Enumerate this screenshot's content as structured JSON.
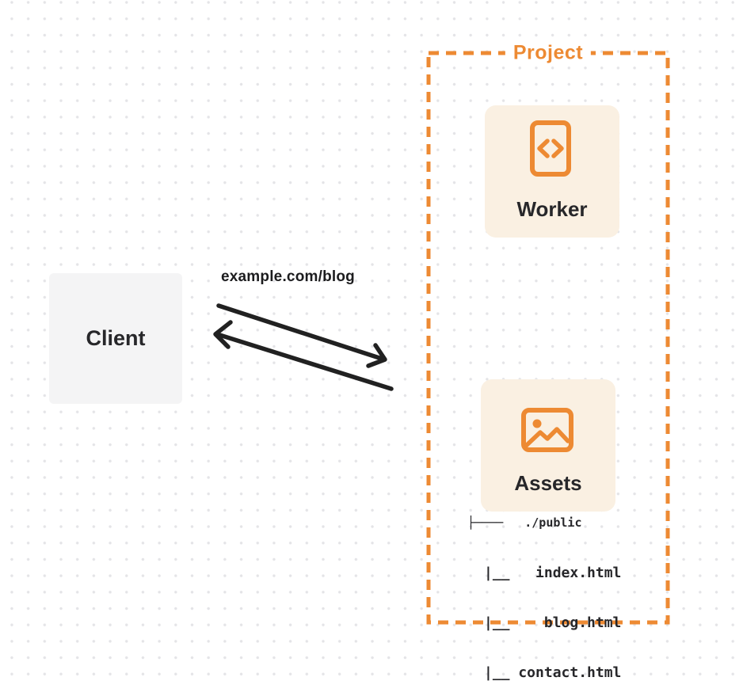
{
  "colors": {
    "accent_orange": "#ED8A33",
    "card_background": "#FAF0E2",
    "client_background": "#F4F4F5",
    "ink": "#27272A",
    "arrow": "#212121",
    "dot_grid": "#E4E4E7"
  },
  "client": {
    "label": "Client"
  },
  "request": {
    "label": "example.com/blog"
  },
  "project": {
    "label": "Project",
    "worker": {
      "label": "Worker",
      "icon": "code-file-icon"
    },
    "assets": {
      "label": "Assets",
      "icon": "image-icon",
      "file_tree": {
        "root": "├────   ./public",
        "files": [
          "|__   index.html",
          "|__    blog.html",
          "|__ contact.html"
        ]
      }
    }
  }
}
